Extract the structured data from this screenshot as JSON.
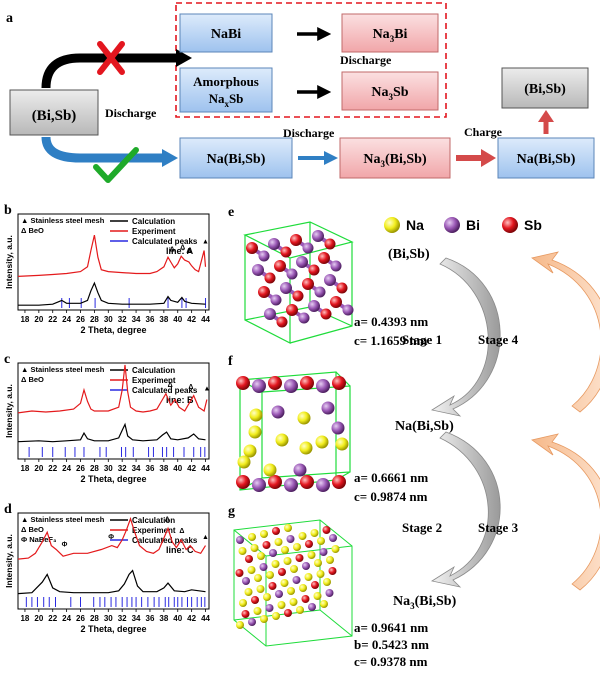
{
  "panel_a": {
    "label": "a",
    "bisb": "(Bi,Sb)",
    "nabi": "NaBi",
    "na3bi_main": "Na",
    "na3bi_sub": "3",
    "na3bi_tail": "Bi",
    "amorphous_line1": "Amorphous",
    "amorphous_line2_main": "Na",
    "amorphous_line2_sub": "x",
    "amorphous_line2_tail": "Sb",
    "na3sb_main": "Na",
    "na3sb_sub": "3",
    "na3sb_tail": "Sb",
    "discharge_mid": "Discharge",
    "discharge_left": "Discharge",
    "discharge_bottom": "Discharge",
    "charge": "Charge",
    "na_bisb": "Na(Bi,Sb)",
    "na3_bisb_main": "Na",
    "na3_bisb_sub": "3",
    "na3_bisb_tail": "(Bi,Sb)",
    "na_bisb_right": "Na(Bi,Sb)",
    "bisb_right": "(Bi,Sb)"
  },
  "xrd_b": {
    "label": "b",
    "legend_left": [
      "▲ Stainless steel mesh",
      "Δ BeO"
    ],
    "legend_right": [
      "Calculation",
      "Experiment",
      "Calculated peaks"
    ],
    "line": "line: A",
    "ylabel": "Intensity, a.u.",
    "xlabel": "2 Theta, degree",
    "ticks": [
      "18",
      "20",
      "22",
      "24",
      "26",
      "28",
      "30",
      "32",
      "34",
      "36",
      "38",
      "40",
      "42",
      "44"
    ],
    "peak_marks": [
      "Δ",
      "Δ",
      "Δ",
      "▲"
    ]
  },
  "xrd_c": {
    "label": "c",
    "legend_left": [
      "▲ Stainless steel mesh",
      "Δ BeO"
    ],
    "legend_right": [
      "Calculation",
      "Experiment",
      "Calculated peaks"
    ],
    "line": "line: B",
    "ylabel": "Intensity, a.u.",
    "xlabel": "2 Theta, degree",
    "ticks": [
      "18",
      "20",
      "22",
      "24",
      "26",
      "28",
      "30",
      "32",
      "34",
      "36",
      "38",
      "40",
      "42",
      "44"
    ],
    "peak_marks": [
      "Δ",
      "Δ",
      "▲"
    ]
  },
  "xrd_d": {
    "label": "d",
    "legend_left": [
      "▲ Stainless steel mesh",
      "Δ BeO",
      "Φ NaBeF₃"
    ],
    "legend_right": [
      "Calculation",
      "Experiment",
      "Calculated peaks"
    ],
    "line": "line: C",
    "ylabel": "Intensity, a.u.",
    "xlabel": "2 Theta, degree",
    "ticks": [
      "18",
      "20",
      "22",
      "24",
      "26",
      "28",
      "30",
      "32",
      "34",
      "36",
      "38",
      "40",
      "42",
      "44"
    ],
    "peak_marks": [
      "Φ",
      "Φ",
      "Δ",
      "Δ",
      "▲"
    ]
  },
  "chart_data": [
    {
      "type": "line",
      "panel": "b",
      "xlabel": "2 Theta, degree",
      "ylabel": "Intensity, a.u.",
      "xlim": [
        17,
        44.5
      ],
      "series": [
        {
          "name": "Experiment",
          "x": [
            17,
            20,
            22,
            24,
            26,
            27,
            27.5,
            28,
            28.5,
            29,
            30,
            32,
            34,
            36,
            37,
            38,
            38.6,
            39,
            39.5,
            40,
            40.5,
            41,
            41.6,
            42,
            42.5,
            43,
            43.8,
            44
          ],
          "y": [
            0.35,
            0.36,
            0.37,
            0.38,
            0.4,
            0.45,
            0.62,
            0.78,
            0.55,
            0.42,
            0.4,
            0.39,
            0.38,
            0.38,
            0.4,
            0.45,
            0.55,
            0.5,
            0.44,
            0.48,
            0.56,
            0.52,
            0.5,
            0.46,
            0.42,
            0.4,
            0.62,
            0.45
          ]
        },
        {
          "name": "Calculation",
          "x": [
            17,
            20,
            22,
            23.3,
            24,
            26,
            27,
            27.5,
            28,
            28.5,
            29,
            30,
            32,
            34,
            36,
            38,
            38.6,
            39,
            40,
            40.6,
            41,
            42,
            44
          ],
          "y": [
            0.05,
            0.05,
            0.06,
            0.1,
            0.07,
            0.07,
            0.1,
            0.2,
            0.28,
            0.18,
            0.1,
            0.07,
            0.06,
            0.06,
            0.06,
            0.07,
            0.14,
            0.1,
            0.08,
            0.13,
            0.09,
            0.07,
            0.06
          ]
        }
      ],
      "calculated_peaks": [
        23.3,
        24.4,
        26.1,
        28.1,
        33.0,
        38.6,
        40.6,
        41.2,
        44.0
      ]
    },
    {
      "type": "line",
      "panel": "c",
      "xlabel": "2 Theta, degree",
      "ylabel": "Intensity, a.u.",
      "xlim": [
        17,
        44.5
      ],
      "series": [
        {
          "name": "Experiment",
          "x": [
            17,
            19,
            21,
            23,
            25,
            26,
            26.5,
            27,
            27.5,
            28,
            30,
            31.5,
            32,
            32.4,
            32.8,
            33.2,
            34,
            35,
            36,
            37,
            37.8,
            38.3,
            39,
            39.6,
            40.2,
            41,
            41.8,
            42.3,
            43,
            43.8,
            44.2
          ],
          "y": [
            0.48,
            0.5,
            0.49,
            0.5,
            0.52,
            0.58,
            0.72,
            0.6,
            0.52,
            0.5,
            0.5,
            0.54,
            0.72,
            0.98,
            0.7,
            0.54,
            0.5,
            0.49,
            0.5,
            0.52,
            0.62,
            0.68,
            0.56,
            0.62,
            0.54,
            0.5,
            0.6,
            0.66,
            0.54,
            0.5,
            0.62
          ]
        },
        {
          "name": "Calculation",
          "x": [
            17,
            20,
            22,
            24,
            26,
            26.5,
            27,
            28,
            30,
            31.5,
            32,
            32.4,
            32.8,
            33.5,
            35,
            37,
            37.8,
            38.4,
            39,
            40,
            41.5,
            42.3,
            43,
            44
          ],
          "y": [
            0.18,
            0.19,
            0.18,
            0.19,
            0.2,
            0.27,
            0.21,
            0.19,
            0.19,
            0.22,
            0.3,
            0.36,
            0.24,
            0.2,
            0.19,
            0.2,
            0.25,
            0.28,
            0.21,
            0.2,
            0.22,
            0.26,
            0.21,
            0.2
          ]
        }
      ],
      "calculated_peaks": [
        18.6,
        20.5,
        22.0,
        23.8,
        25.2,
        26.5,
        28.8,
        29.7,
        31.9,
        32.5,
        33.6,
        35.8,
        36.5,
        37.8,
        38.4,
        39.4,
        40.9,
        42.3,
        43.3,
        43.9
      ]
    },
    {
      "type": "line",
      "panel": "d",
      "xlabel": "2 Theta, degree",
      "ylabel": "Intensity, a.u.",
      "xlim": [
        17,
        44.5
      ],
      "series": [
        {
          "name": "Experiment",
          "x": [
            17,
            18.5,
            19.5,
            20.5,
            21.2,
            21.8,
            22.5,
            23.5,
            25,
            27,
            29,
            30.5,
            31.3,
            32,
            32.6,
            33.2,
            33.8,
            34.5,
            35.5,
            36.5,
            37.3,
            38,
            38.6,
            39.2,
            39.8,
            40.5,
            41.2,
            41.8,
            42.5,
            43.3,
            44
          ],
          "y": [
            0.52,
            0.53,
            0.58,
            0.7,
            0.8,
            0.66,
            0.62,
            0.55,
            0.58,
            0.58,
            0.62,
            0.66,
            0.64,
            0.72,
            0.82,
            0.94,
            0.8,
            0.66,
            0.6,
            0.58,
            0.62,
            0.74,
            0.84,
            0.7,
            0.64,
            0.72,
            0.62,
            0.66,
            0.6,
            0.58,
            0.66
          ]
        },
        {
          "name": "Calculation",
          "x": [
            17,
            19,
            20.5,
            21.2,
            22,
            23,
            25,
            28,
            30,
            31.5,
            32.3,
            33,
            33.5,
            34.2,
            35,
            37,
            38,
            38.6,
            39.5,
            41,
            42,
            44
          ],
          "y": [
            0.16,
            0.17,
            0.28,
            0.36,
            0.22,
            0.18,
            0.17,
            0.17,
            0.17,
            0.19,
            0.26,
            0.36,
            0.4,
            0.24,
            0.18,
            0.18,
            0.22,
            0.27,
            0.19,
            0.18,
            0.2,
            0.18
          ]
        }
      ],
      "calculated_peaks": [
        18.2,
        19.0,
        19.8,
        20.7,
        21.5,
        22.4,
        24.6,
        26.0,
        27.9,
        28.8,
        29.5,
        30.4,
        31.1,
        32.0,
        32.7,
        33.4,
        34.0,
        34.8,
        35.7,
        36.6,
        37.3,
        38.2,
        38.7,
        39.5,
        40.0,
        40.6,
        41.4,
        42.0,
        42.8,
        43.4,
        43.9
      ]
    }
  ],
  "panel_e": {
    "label": "e",
    "a": "a= 0.4393 nm",
    "c": "c= 1.1659 nm"
  },
  "panel_f": {
    "label": "f",
    "a": "a= 0.6661 nm",
    "c": "c= 0.9874 nm"
  },
  "panel_g": {
    "label": "g",
    "a": "a= 0.9641 nm",
    "b": "b= 0.5423 nm",
    "c": "c= 0.9378 nm"
  },
  "legend_atoms": {
    "na": "Na",
    "bi": "Bi",
    "sb": "Sb"
  },
  "phases": {
    "top": "(Bi,Sb)",
    "mid": "Na(Bi,Sb)",
    "bot_main": "Na",
    "bot_sub": "3",
    "bot_tail": "(Bi,Sb)"
  },
  "stages": {
    "s1": "Stage 1",
    "s2": "Stage 2",
    "s3": "Stage 3",
    "s4": "Stage 4"
  },
  "colors": {
    "blue_box": "#bcd7f5",
    "red_box": "#f6c6c8",
    "gray_box": "#d2d2d2",
    "blue_arrow": "#2f7fc4",
    "red_arrow": "#d44a4a",
    "experiment": "#e41a1c",
    "calculation": "#000000",
    "calc_peaks": "#2a2ae0",
    "na": "#f2ee1e",
    "bi": "#9b59b6",
    "sb": "#e3161f"
  }
}
